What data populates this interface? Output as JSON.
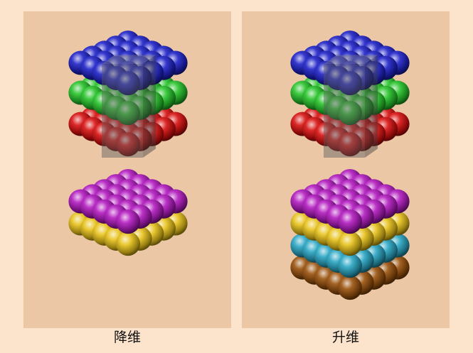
{
  "colors": {
    "background": "#fbe3cc",
    "panel": "#ebc7a6",
    "blue_layer": "#1f22c8",
    "green_layer": "#27c42b",
    "red_layer": "#d81010",
    "magenta_layer": "#b21ac0",
    "yellow_layer": "#e8c21a",
    "cyan_layer": "#2aa6c4",
    "brown_layer": "#9a520c"
  },
  "panels": [
    {
      "caption": "降维",
      "top_structure": {
        "layers": [
          "blue",
          "green",
          "red"
        ],
        "has_column": true
      },
      "bottom_structure": {
        "layers": [
          "magenta",
          "yellow"
        ]
      }
    },
    {
      "caption": "升维",
      "top_structure": {
        "layers": [
          "blue",
          "green",
          "red"
        ],
        "has_column": true
      },
      "bottom_structure": {
        "layers": [
          "magenta",
          "yellow",
          "cyan",
          "brown"
        ]
      }
    }
  ]
}
